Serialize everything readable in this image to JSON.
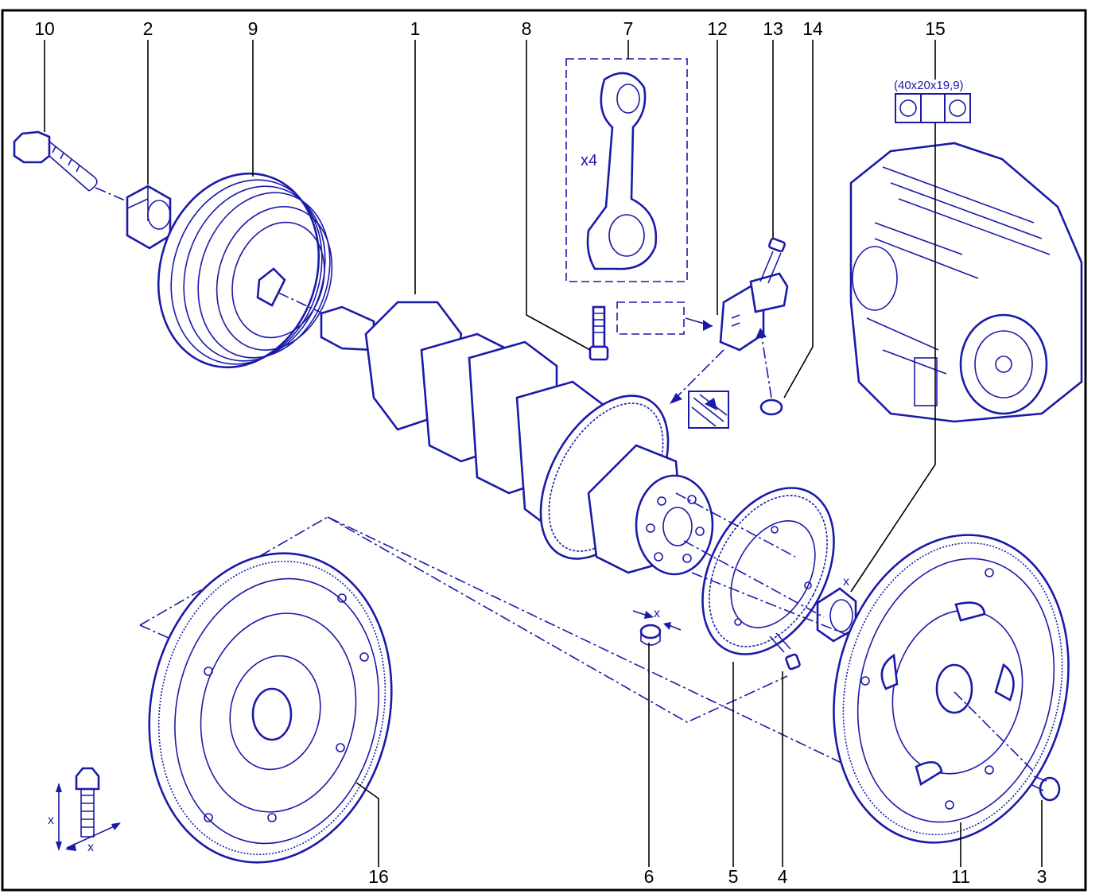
{
  "callouts": {
    "c10": "10",
    "c2": "2",
    "c9": "9",
    "c1": "1",
    "c8": "8",
    "c7": "7",
    "c12": "12",
    "c13": "13",
    "c14": "14",
    "c15": "15",
    "c16": "16",
    "c6": "6",
    "c5": "5",
    "c4": "4",
    "c11": "11",
    "c3": "3"
  },
  "annotations": {
    "quantity": "x4",
    "bearing_size": "(40x20x19,9)",
    "dim_x": "x"
  },
  "colors": {
    "line": "#1a1aa8",
    "label": "#000000",
    "frame": "#000000"
  }
}
